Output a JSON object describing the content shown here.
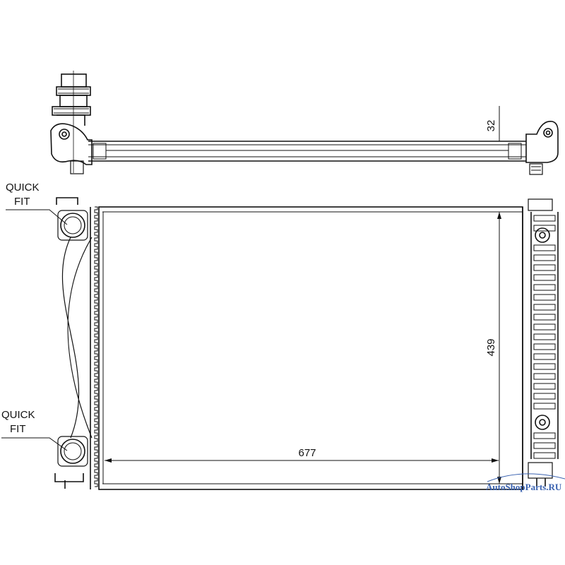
{
  "drawing": {
    "dimensions": {
      "width": "677",
      "height": "439",
      "depth": "32"
    },
    "callouts": {
      "upper_fitting": [
        "QUICK",
        "FIT"
      ],
      "lower_fitting": [
        "QUICK",
        "FIT"
      ]
    },
    "watermark": "AutoShopParts.RU",
    "colors": {
      "line": "#111111",
      "watermark": "#3a62b0",
      "watermark_accent": "#d9333a"
    }
  }
}
